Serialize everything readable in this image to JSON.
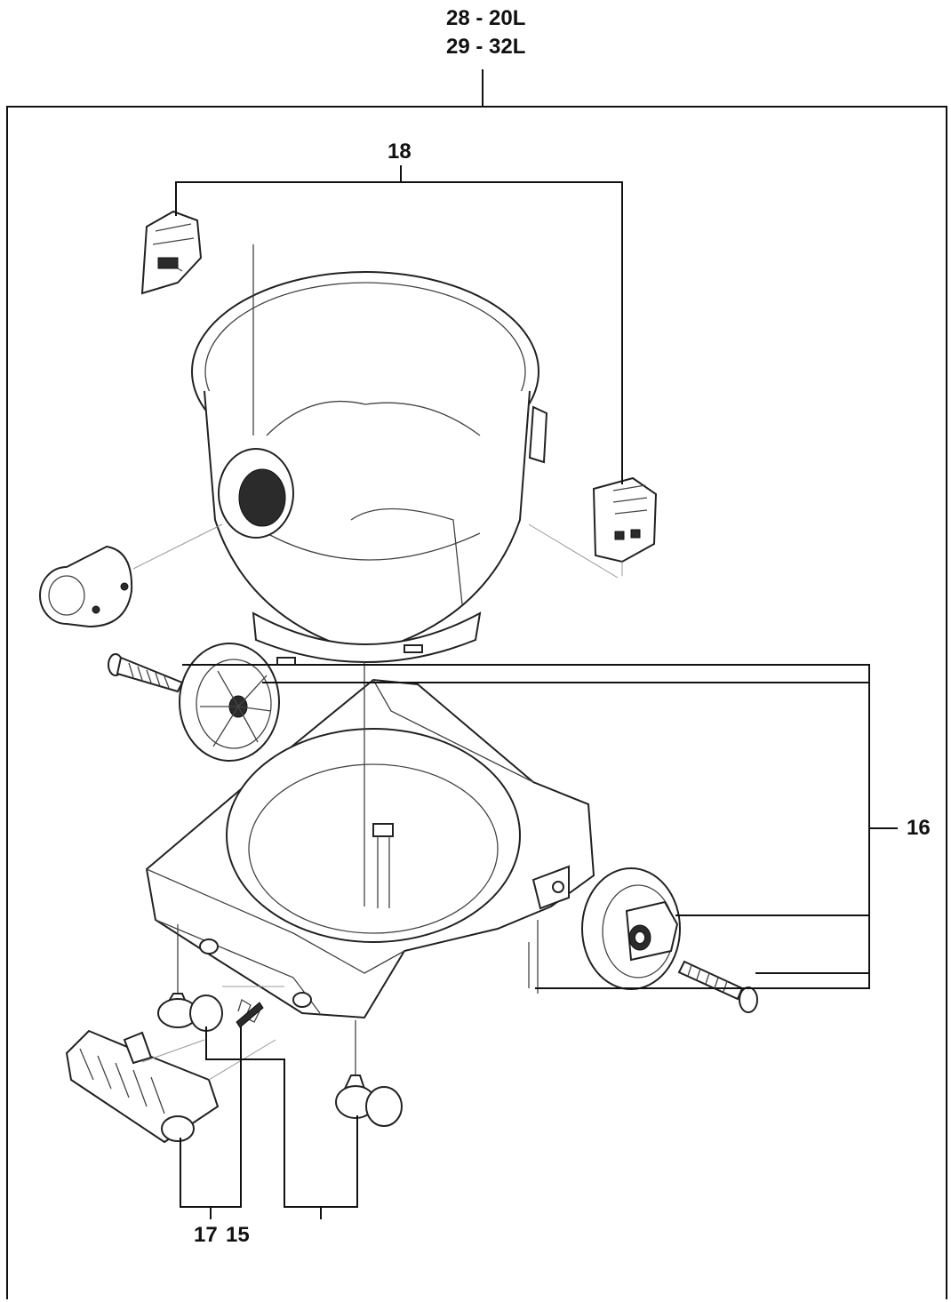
{
  "callouts": {
    "assembly_20l": "28 - 20L",
    "assembly_32l": "29 - 32L",
    "latch_clips": "18",
    "wheels_axles": "16",
    "front_bumper": "17",
    "spring": "15"
  },
  "colors": {
    "line": "#111111",
    "background": "#ffffff"
  }
}
